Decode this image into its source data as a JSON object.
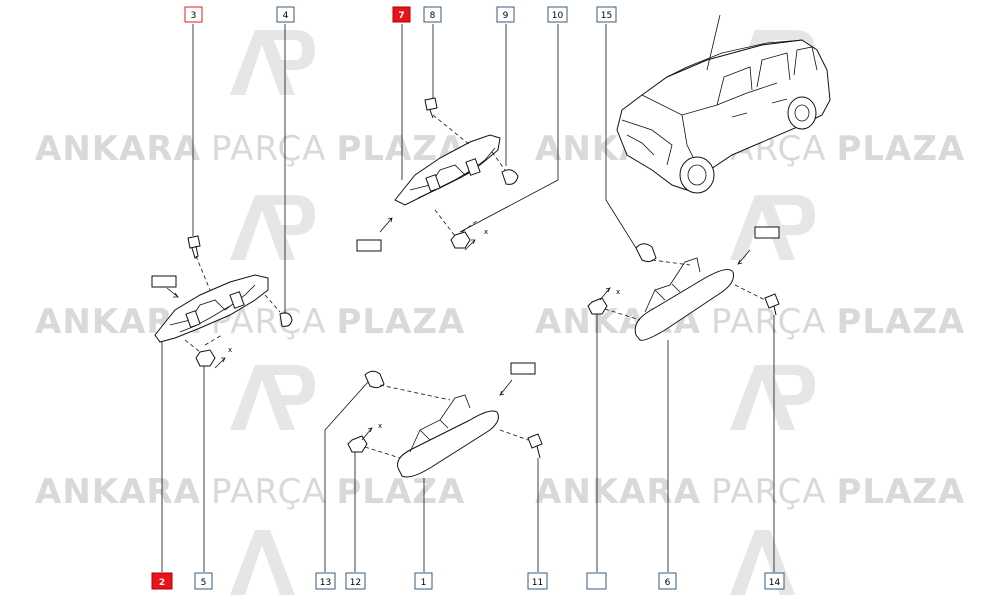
{
  "watermark": {
    "brand_bold_1": "ANKARA",
    "brand_light": "PARÇA",
    "brand_bold_2": "PLAZA"
  },
  "axis_label": "x",
  "callouts": {
    "c1": "1",
    "c2": "2",
    "c3": "3",
    "c4": "4",
    "c5": "5",
    "c6": "6",
    "c7": "7",
    "c8": "8",
    "c9": "9",
    "c10": "10",
    "c11": "11",
    "c12": "12",
    "c13": "13",
    "c14": "14",
    "c15": "15"
  },
  "colors": {
    "highlight": "#e8141c",
    "callout_border": "#3a5a7a",
    "watermark": "#d9d9d9"
  }
}
